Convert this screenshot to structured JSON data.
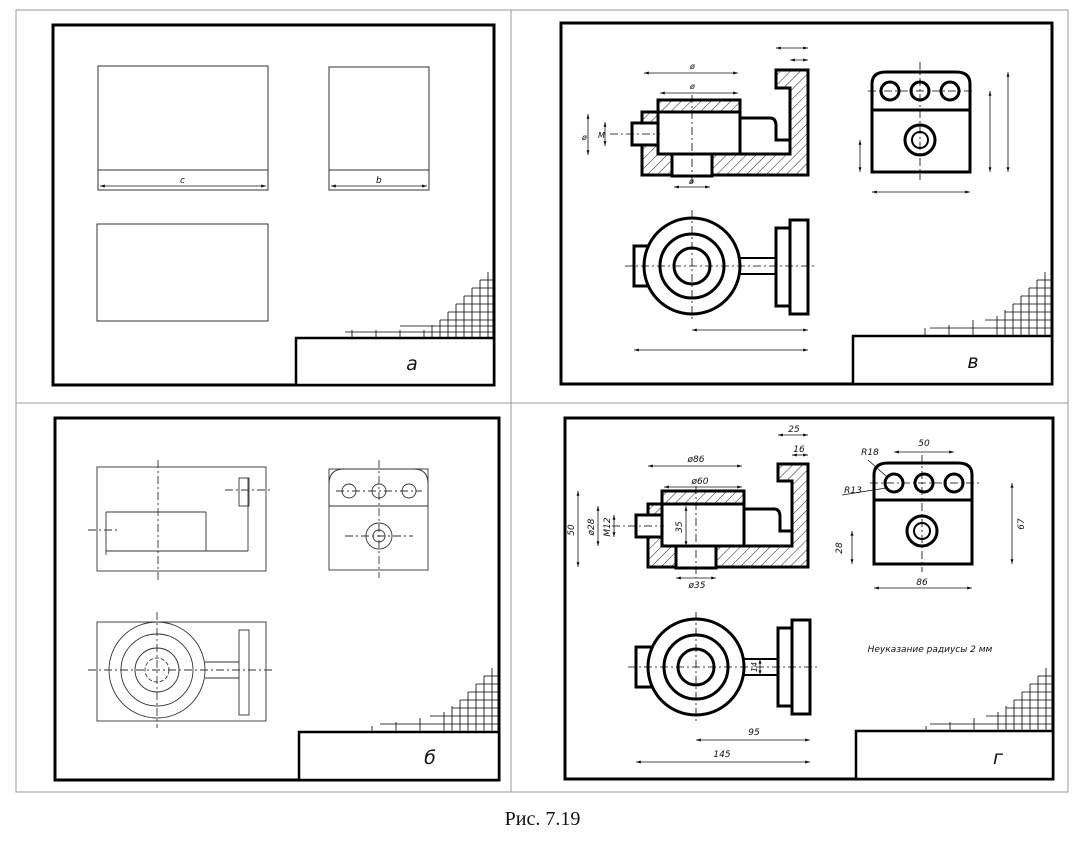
{
  "caption": "Рис. 7.19",
  "panels": {
    "a": {
      "letter": "а",
      "dims": {
        "c": "c",
        "b": "b"
      }
    },
    "b": {
      "letter": "б"
    },
    "v": {
      "letter": "в",
      "dims": {
        "phi": "ø",
        "m": "M"
      }
    },
    "g": {
      "letter": "г",
      "note": "Неуказание радиусы 2 мм",
      "dims": {
        "d25": "25",
        "d16": "16",
        "d86": "ø86",
        "d60": "ø60",
        "d50v": "50",
        "d28": "ø28",
        "m12": "M12",
        "d35": "35",
        "d35d": "ø35",
        "r18": "R18",
        "d50h": "50",
        "r13": "R13",
        "d67": "67",
        "d28v": "28",
        "d86w": "86",
        "d14": "14",
        "d95": "95",
        "d145": "145"
      }
    }
  }
}
